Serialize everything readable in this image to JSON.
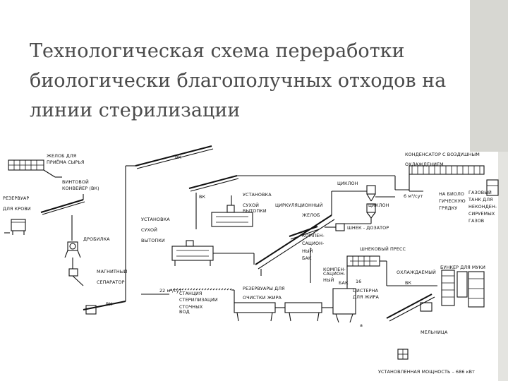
{
  "slide": {
    "title": "Технологическая схема переработки биологически благополучных отходов на линии стерилизации"
  },
  "diagram": {
    "labels": {
      "zhelob_1": "ЖЕЛОБ ДЛЯ",
      "zhelob_2": "ПРИЁМА СЫРЬЯ",
      "vint_1": "ВИНТОВОЙ",
      "vint_2": "КОНВЕЙЕР (ВК)",
      "rezervuar_1": "РЕЗЕРВУАР",
      "rezervuar_2": "ДЛЯ КРОВИ",
      "drobilka": "ДРОБИЛКА",
      "magnit_1": "МАГНИТНЫЙ",
      "magnit_2": "СЕПАРАТОР",
      "vk_low": "ВК",
      "vk_top": "ВК",
      "vk_mid": "ВК",
      "ustan_left_1": "УСТАНОВКА",
      "ustan_left_2": "СУХОЙ",
      "ustan_left_3": "ВЫТОПКИ",
      "ustan_top_1": "УСТАНОВКА",
      "ustan_top_2": "СУХОЙ",
      "ustan_top_3": "ВЫТОПКИ",
      "tsirk": "ЦИРКУЛЯЦИОННЫЙ",
      "zhelob_mid": "ЖЕЛОБ",
      "tsiklon_1": "ЦИКЛОН",
      "tsiklon_2": "ЦИКЛОН",
      "shnek_doz": "ШНЕК - ДОЗАТОР",
      "komp_1_a": "КОМПЕН-",
      "komp_1_b": "САЦИОН-",
      "komp_1_c": "НЫЙ",
      "komp_1_d": "БАК",
      "komp_2_a": "КОМПЕН-",
      "komp_2_b": "САЦИОН-",
      "komp_2_c": "НЫЙ",
      "komp_2_d": "БАК",
      "shnek_press": "ШНЕКОВЫЙ ПРЕСС",
      "stantsiya_1": "СТАНЦИЯ",
      "stantsiya_2": "СТЕРИЛИЗАЦИИ",
      "stantsiya_3": "СТОЧНЫХ",
      "stantsiya_4": "ВОД",
      "rezerv_zhir_1": "РЕЗЕРВУАРЫ ДЛЯ",
      "rezerv_zhir_2": "ОЧИСТКИ ЖИРА",
      "tsisterna_1": "ЦИСТЕРНА",
      "tsisterna_2": "ДЛЯ ЖИРА",
      "okhlazh_1": "ОХЛАЖДАЕМЫЙ",
      "okhlazh_2": "ВК",
      "bunker": "БУНКЕР ДЛЯ МУКИ",
      "melnitsa": "МЕЛЬНИЦА",
      "kond_1": "КОНДЕНСАТОР С ВОЗДУШНЫМ",
      "kond_2": "ОХЛАЖДЕНИЕМ",
      "na_bio_1": "НА БИОЛО",
      "na_bio_2": "ГИЧЕСКУЮ",
      "na_bio_3": "ГРЯДКУ",
      "gazovy_1": "ГАЗОВЫЙ",
      "gazovy_2": "ТАНК ДЛЯ",
      "gazovy_3": "НЕКОНДЕН-",
      "gazovy_4": "СИРУЕМЫХ",
      "gazovy_5": "ГАЗОВ",
      "flow_1": "6 м³/сут",
      "flow_2": "22 м³/сут",
      "flow_3": "16",
      "moshchnost": "УСТАНОВЛЕННАЯ МОЩНОСТЬ – 686 кВт",
      "a_mark": "а"
    }
  }
}
